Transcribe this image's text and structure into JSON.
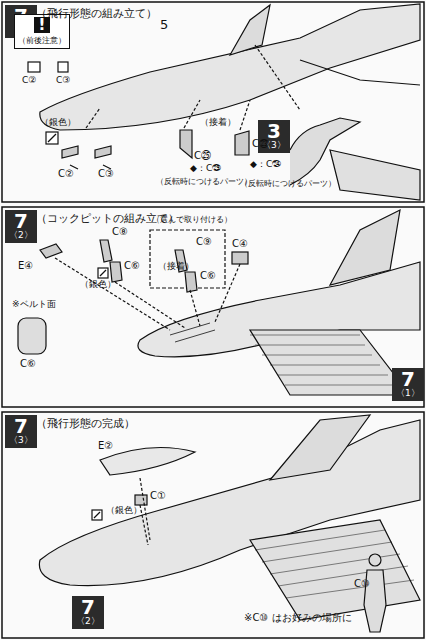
{
  "diagram": {
    "nodes": [
      {
        "text": [
          "7",
          "〈1〉"
        ]
      },
      {
        "text": [
          "!",
          "（前後注意）"
        ]
      },
      {
        "text": [
          "3",
          "〈3〉"
        ]
      },
      {
        "text": [
          "7",
          "〈2〉"
        ]
      },
      {
        "text": [
          "7",
          "〈1〉"
        ]
      },
      {
        "text": [
          "7",
          "〈3〉"
        ]
      },
      {
        "text": [
          "7",
          "〈2〉"
        ]
      }
    ],
    "labels": [
      "（飛行形態の組み立て）",
      "5",
      "C②",
      "C③",
      "（銀色）",
      "C②",
      "C③",
      "（接着）",
      "C㉕",
      "◆：C㉙",
      "C㉓",
      "◆：C㉔",
      "（反転時につけるパーツ）",
      "（反転時につけるパーツ）",
      "（コックピットの組み立て）",
      "E④",
      "（銀色）",
      "C⑧",
      "C⑥",
      "（選んで取り付ける）",
      "C⑨",
      "（接着）",
      "C⑥",
      "C④",
      "※ベルト面",
      "C⑥",
      "（飛行形態の完成）",
      "E②",
      "C①",
      "（銀色）",
      "C⑩",
      "※C⑩ はお好みの場所に"
    ]
  }
}
